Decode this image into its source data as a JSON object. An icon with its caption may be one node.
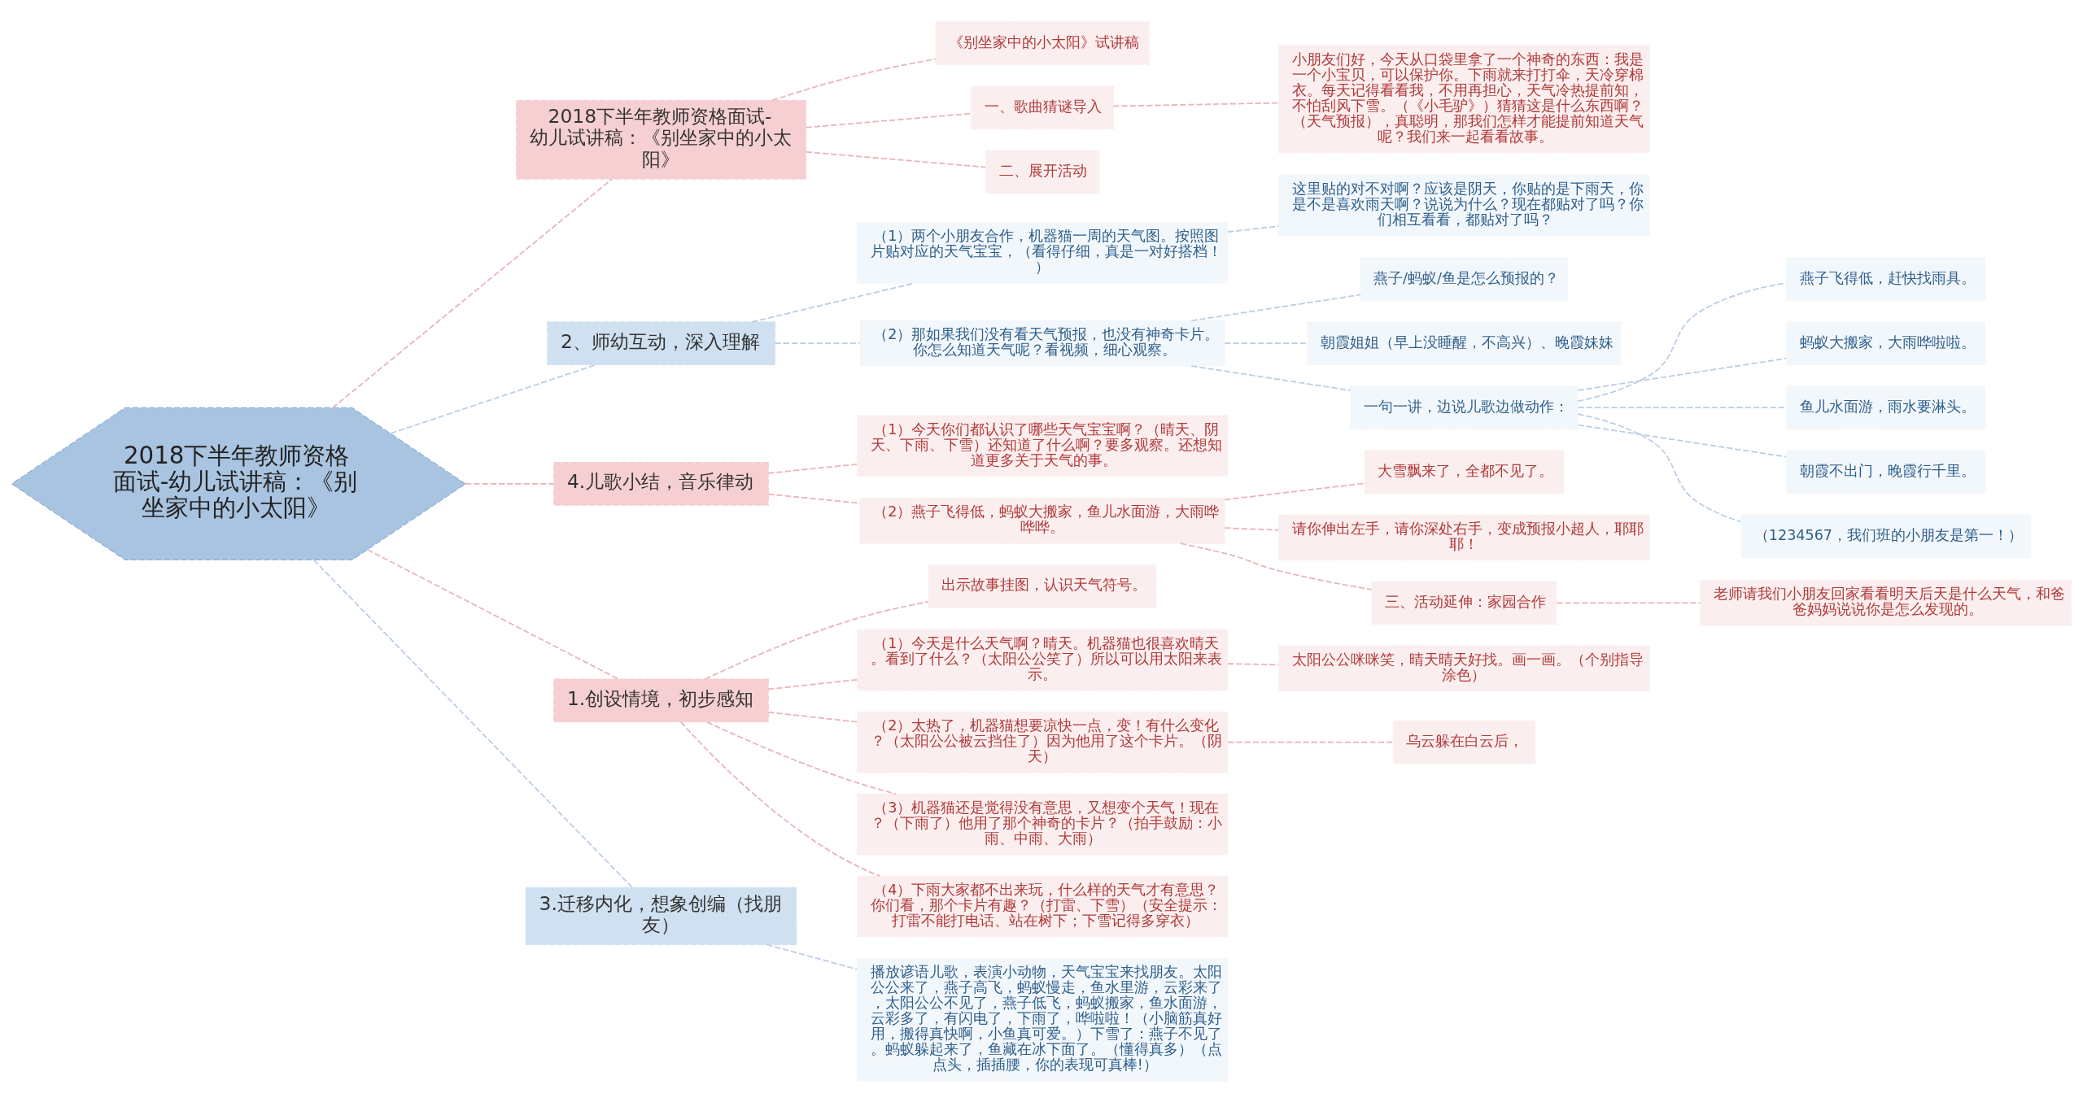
{
  "diagram": {
    "nodes": [
      {
        "text": [
          "2018下半年教师资格面试-幼儿试讲稿：《别坐家中的小太阳》"
        ]
      },
      {
        "text": [
          "2018下半年教师资格面试-幼儿试讲稿：《别坐家中的小太阳》"
        ]
      },
      {
        "text": [
          "《别坐家中的小太阳》试讲稿"
        ]
      },
      {
        "text": [
          "一、歌曲猜谜导入"
        ]
      },
      {
        "text": [
          "小朋友们好，今天从口袋里拿了一个神奇的东西：我是一个小宝贝，可以保护你。下雨就来打打伞，天冷穿棉衣。每天记得看看我，不用再担心，天气冷热提前知，不怕刮风下雪。（《小毛驴》）猜猜这是什么东西啊？（天气预报），真聪明，那我们怎样才能提前知道天气呢？我们来一起看看故事。"
        ]
      },
      {
        "text": [
          "二、展开活动"
        ]
      },
      {
        "text": [
          "2、师幼互动，深入理解"
        ]
      },
      {
        "text": [
          "（1）两个小朋友合作，机器猫一周的天气图。按照图片贴对应的天气宝宝，（看得仔细，真是一对好搭档！）"
        ]
      },
      {
        "text": [
          "这里贴的对不对啊？应该是阴天，你贴的是下雨天，你是不是喜欢雨天啊？说说为什么？现在都贴对了吗？你们相互看看，都贴对了吗？"
        ]
      },
      {
        "text": [
          "（2）那如果我们没有看天气预报，也没有神奇卡片。你怎么知道天气呢？看视频，细心观察。"
        ]
      },
      {
        "text": [
          "燕子/蚂蚁/鱼是怎么预报的？"
        ]
      },
      {
        "text": [
          "朝霞姐姐（早上没睡醒，不高兴）、晚霞妹妹"
        ]
      },
      {
        "text": [
          "一句一讲，边说儿歌边做动作："
        ]
      },
      {
        "text": [
          "燕子飞得低，赶快找雨具。"
        ]
      },
      {
        "text": [
          "蚂蚁大搬家，大雨哗啦啦。"
        ]
      },
      {
        "text": [
          "鱼儿水面游，雨水要淋头。"
        ]
      },
      {
        "text": [
          "朝霞不出门，晚霞行千里。"
        ]
      },
      {
        "text": [
          "（1234567，我们班的小朋友是第一！）"
        ]
      },
      {
        "text": [
          "4.儿歌小结，音乐律动"
        ]
      },
      {
        "text": [
          "（1）今天你们都认识了哪些天气宝宝啊？（晴天、阴天、下雨、下雪）还知道了什么啊？要多观察。还想知道更多关于天气的事。"
        ]
      },
      {
        "text": [
          "（2）燕子飞得低，蚂蚁大搬家，鱼儿水面游，大雨哗哗哗。"
        ]
      },
      {
        "text": [
          "大雪飘来了，全都不见了。"
        ]
      },
      {
        "text": [
          "请你伸出左手，请你深处右手，变成预报小超人，耶耶耶！"
        ]
      },
      {
        "text": [
          "三、活动延伸：家园合作"
        ]
      },
      {
        "text": [
          "老师请我们小朋友回家看看明天后天是什么天气，和爸爸妈妈说说你是怎么发现的。"
        ]
      },
      {
        "text": [
          "1.创设情境，初步感知"
        ]
      },
      {
        "text": [
          "出示故事挂图，认识天气符号。"
        ]
      },
      {
        "text": [
          "（1）今天是什么天气啊？晴天。机器猫也很喜欢晴天。看到了什么？（太阳公公笑了）所以可以用太阳来表示。"
        ]
      },
      {
        "text": [
          "太阳公公咪咪笑，晴天晴天好找。画一画。（个别指导涂色）"
        ]
      },
      {
        "text": [
          "（2）太热了，机器猫想要凉快一点，变！有什么变化？（太阳公公被云挡住了）因为他用了这个卡片。（阴天）"
        ]
      },
      {
        "text": [
          "乌云躲在白云后，"
        ]
      },
      {
        "text": [
          "（3）机器猫还是觉得没有意思，又想变个天气！现在？（下雨了）他用了那个神奇的卡片？（拍手鼓励：小雨、中雨、大雨）"
        ]
      },
      {
        "text": [
          "（4）下雨大家都不出来玩，什么样的天气才有意思？你们看，那个卡片有趣？（打雷、下雪）（安全提示：打雷不能打电话、站在树下；下雪记得多穿衣）"
        ]
      },
      {
        "text": [
          "3.迁移内化，想象创编（找朋友）"
        ]
      },
      {
        "text": [
          "播放谚语儿歌，表演小动物，天气宝宝来找朋友。太阳公公来了，燕子高飞，蚂蚁慢走，鱼水里游，云彩来了，太阳公公不见了，燕子低飞，蚂蚁搬家，鱼水面游，云彩多了，有闪电了，下雨了，哗啦啦！（小脑筋真好用，搬得真快啊，小鱼真可爱。）下雪了：燕子不见了。蚂蚁躲起来了，鱼藏在冰下面了。（懂得真多）（点点头，插插腰，你的表现可真棒!）"
        ]
      }
    ],
    "edges": [
      {
        "from": 0,
        "to": 1,
        "arrow": "none"
      },
      {
        "from": 1,
        "to": 2,
        "arrow": "none"
      },
      {
        "from": 1,
        "to": 3,
        "arrow": "none"
      },
      {
        "from": 3,
        "to": 4,
        "arrow": "none"
      },
      {
        "from": 1,
        "to": 5,
        "arrow": "none"
      },
      {
        "from": 0,
        "to": 6,
        "arrow": "none",
        "color": "#b9cde4"
      },
      {
        "from": 6,
        "to": 7,
        "arrow": "none",
        "color": "#b9cde4"
      },
      {
        "from": 7,
        "to": 8,
        "arrow": "none",
        "color": "#b9cde4"
      },
      {
        "from": 6,
        "to": 9,
        "arrow": "none",
        "color": "#b9cde4"
      },
      {
        "from": 9,
        "to": 10,
        "arrow": "none",
        "color": "#b9cde4"
      },
      {
        "from": 9,
        "to": 11,
        "arrow": "none",
        "color": "#b9cde4"
      },
      {
        "from": 9,
        "to": 12,
        "arrow": "none",
        "color": "#b9cde4"
      },
      {
        "from": 12,
        "to": 13,
        "arrow": "none",
        "color": "#b9cde4"
      },
      {
        "from": 12,
        "to": 14,
        "arrow": "none",
        "color": "#b9cde4"
      },
      {
        "from": 12,
        "to": 15,
        "arrow": "none",
        "color": "#b9cde4"
      },
      {
        "from": 12,
        "to": 16,
        "arrow": "none",
        "color": "#b9cde4"
      },
      {
        "from": 12,
        "to": 17,
        "arrow": "none",
        "color": "#b9cde4"
      },
      {
        "from": 0,
        "to": 18,
        "arrow": "none"
      },
      {
        "from": 18,
        "to": 19,
        "arrow": "none"
      },
      {
        "from": 18,
        "to": 20,
        "arrow": "none"
      },
      {
        "from": 20,
        "to": 21,
        "arrow": "none"
      },
      {
        "from": 20,
        "to": 22,
        "arrow": "none"
      },
      {
        "from": 20,
        "to": 23,
        "arrow": "none"
      },
      {
        "from": 23,
        "to": 24,
        "arrow": "none"
      },
      {
        "from": 0,
        "to": 25,
        "arrow": "none"
      },
      {
        "from": 25,
        "to": 26,
        "arrow": "none"
      },
      {
        "from": 25,
        "to": 27,
        "arrow": "none"
      },
      {
        "from": 27,
        "to": 28,
        "arrow": "none"
      },
      {
        "from": 25,
        "to": 29,
        "arrow": "none"
      },
      {
        "from": 29,
        "to": 30,
        "arrow": "none"
      },
      {
        "from": 25,
        "to": 31,
        "arrow": "none"
      },
      {
        "from": 25,
        "to": 32,
        "arrow": "none"
      },
      {
        "from": 0,
        "to": 33,
        "arrow": "none",
        "color": "#b9cde4"
      },
      {
        "from": 33,
        "to": 34,
        "arrow": "none",
        "color": "#b9cde4"
      }
    ]
  }
}
